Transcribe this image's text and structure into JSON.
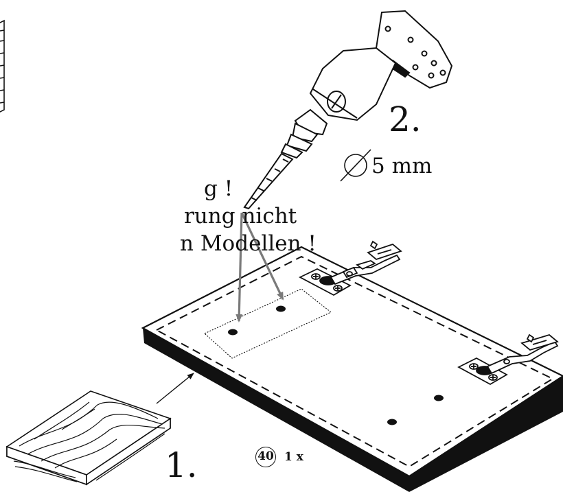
{
  "warning": {
    "line1": "g !",
    "line2": "rung nicht",
    "line3": "n Modellen !"
  },
  "steps": {
    "step1": "1.",
    "step2": "2."
  },
  "drill": {
    "diameter": "5 mm",
    "diameter_symbol": "diameter-icon"
  },
  "part": {
    "number": "40",
    "quantity": "1 x"
  },
  "icons": [
    "cabinet-icon",
    "drill-icon",
    "diameter-icon",
    "hinge-icon",
    "wood-block-icon",
    "drill-arrow-icon"
  ]
}
